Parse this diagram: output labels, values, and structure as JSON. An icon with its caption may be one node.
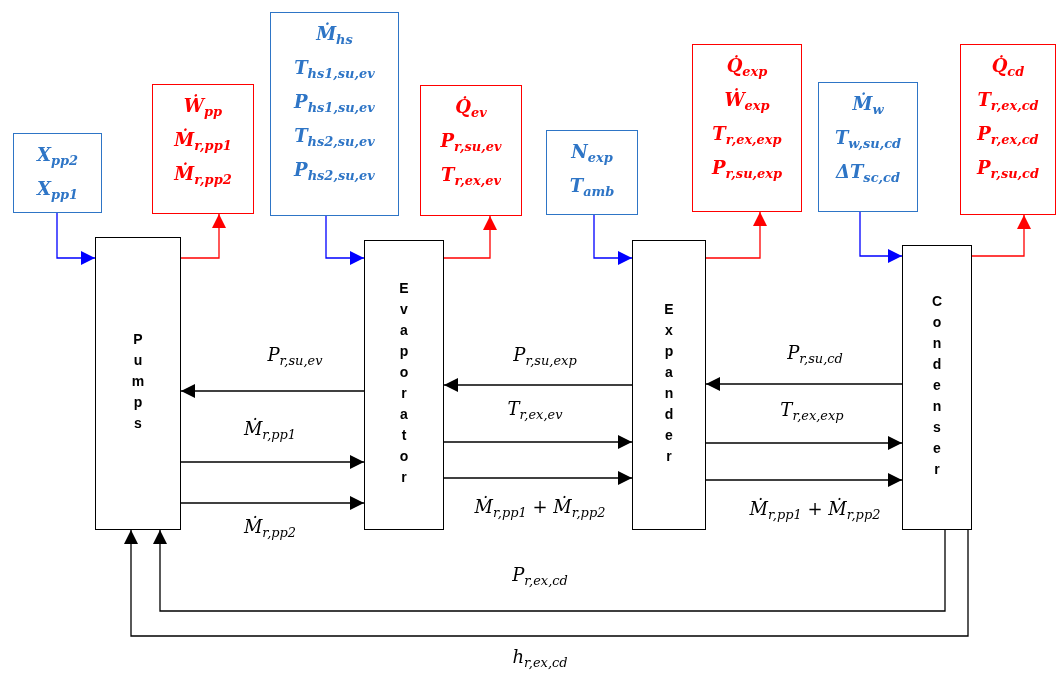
{
  "diagram": {
    "nodes": [
      {
        "text": [
          "X$_{pp2}$",
          "X$_{pp1}$"
        ]
      },
      {
        "text": [
          "Ẇ$_{pp}$",
          "Ṁ$_{r,pp1}$",
          "Ṁ$_{r,pp2}$"
        ]
      },
      {
        "text": [
          "Ṁ$_{hs}$",
          "T$_{hs1,su,ev}$",
          "P$_{hs1,su,ev}$",
          "T$_{hs2,su,ev}$",
          "P$_{hs2,su,ev}$"
        ]
      },
      {
        "text": [
          "Q̇$_{ev}$",
          "P$_{r,su,ev}$",
          "T$_{r,ex,ev}$"
        ]
      },
      {
        "text": [
          "N$_{exp}$",
          "T$_{amb}$"
        ]
      },
      {
        "text": [
          "Q̇$_{exp}$",
          "Ẇ$_{exp}$",
          "T$_{r,ex,exp}$",
          "P$_{r,su,exp}$"
        ]
      },
      {
        "text": [
          "Ṁ$_{w}$",
          "T$_{w,su,cd}$",
          "ΔT$_{sc,cd}$"
        ]
      },
      {
        "text": [
          "Q̇$_{cd}$",
          "T$_{r,ex,cd}$",
          "P$_{r,ex,cd}$",
          "P$_{r,su,cd}$"
        ]
      },
      {
        "text": [
          "Pumps"
        ]
      },
      {
        "text": [
          "Evaporator"
        ]
      },
      {
        "text": [
          "Expander"
        ]
      },
      {
        "text": [
          "Condenser"
        ]
      }
    ],
    "edges": [
      {
        "from": 0,
        "to": 8,
        "arrow": "to",
        "color": "#0000ff"
      },
      {
        "from": 8,
        "to": 1,
        "arrow": "to",
        "color": "#ff0000"
      },
      {
        "from": 2,
        "to": 9,
        "arrow": "to",
        "color": "#0000ff"
      },
      {
        "from": 9,
        "to": 3,
        "arrow": "to",
        "color": "#ff0000"
      },
      {
        "from": 4,
        "to": 10,
        "arrow": "to",
        "color": "#0000ff"
      },
      {
        "from": 10,
        "to": 5,
        "arrow": "to",
        "color": "#ff0000"
      },
      {
        "from": 6,
        "to": 11,
        "arrow": "to",
        "color": "#0000ff"
      },
      {
        "from": 11,
        "to": 7,
        "arrow": "to",
        "color": "#ff0000"
      },
      {
        "from": 9,
        "to": 8,
        "arrow": "to",
        "label": "P$_{r,su,ev}$"
      },
      {
        "from": 8,
        "to": 9,
        "arrow": "to",
        "label": "Ṁ$_{r,pp1}$"
      },
      {
        "from": 8,
        "to": 9,
        "arrow": "to",
        "label": "Ṁ$_{r,pp2}$"
      },
      {
        "from": 10,
        "to": 9,
        "arrow": "to",
        "label": "P$_{r,su,exp}$"
      },
      {
        "from": 9,
        "to": 10,
        "arrow": "to",
        "label": "T$_{r,ex,ev}$"
      },
      {
        "from": 9,
        "to": 10,
        "arrow": "to",
        "label": "Ṁ$_{r,pp1}$ + Ṁ$_{r,pp2}$"
      },
      {
        "from": 11,
        "to": 10,
        "arrow": "to",
        "label": "P$_{r,su,cd}$"
      },
      {
        "from": 10,
        "to": 11,
        "arrow": "to",
        "label": "T$_{r,ex,exp}$"
      },
      {
        "from": 10,
        "to": 11,
        "arrow": "to",
        "label": "Ṁ$_{r,pp1}$ + Ṁ$_{r,pp2}$"
      },
      {
        "from": 11,
        "to": 8,
        "arrow": "to",
        "label": "P$_{r,ex,cd}$"
      },
      {
        "from": 11,
        "to": 8,
        "arrow": "to",
        "label": "h$_{r,ex,cd}$"
      }
    ]
  }
}
